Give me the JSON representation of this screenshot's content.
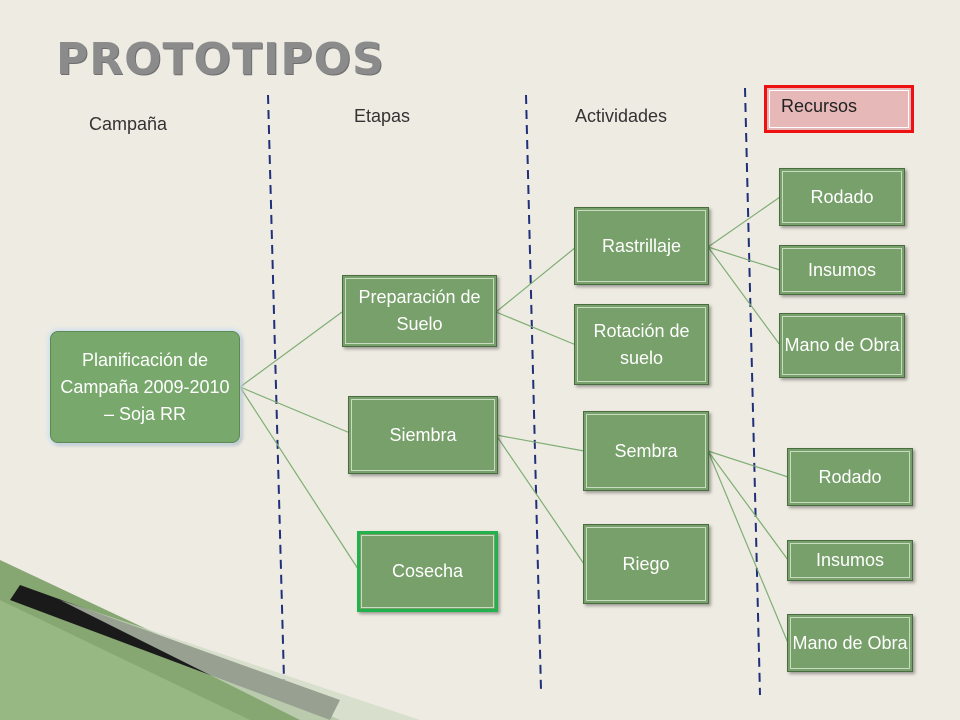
{
  "title": "PROTOTIPOS",
  "columns": {
    "campana": "Campaña",
    "etapas": "Etapas",
    "actividades": "Actividades",
    "recursos": "Recursos"
  },
  "nodes": {
    "root": "Planificación de Campaña 2009-2010 – Soja RR",
    "preparacion": "Preparación de Suelo",
    "siembra": "Siembra",
    "cosecha": "Cosecha",
    "rastrillaje": "Rastrillaje",
    "rotacion": "Rotación de suelo",
    "sembra": "Sembra",
    "riego": "Riego",
    "rodado_1": "Rodado",
    "insumos_1": "Insumos",
    "mano_obra_1": "Mano de Obra",
    "rodado_2": "Rodado",
    "insumos_2": "Insumos",
    "mano_obra_2": "Mano de Obra"
  },
  "colors": {
    "node_fill": "#77a06a",
    "connector": "#7fae74",
    "divider": "#1f2f7a",
    "recursos_fill": "#e6b8b8",
    "recursos_border": "#ee1111",
    "cosecha_border": "#22b14c"
  }
}
